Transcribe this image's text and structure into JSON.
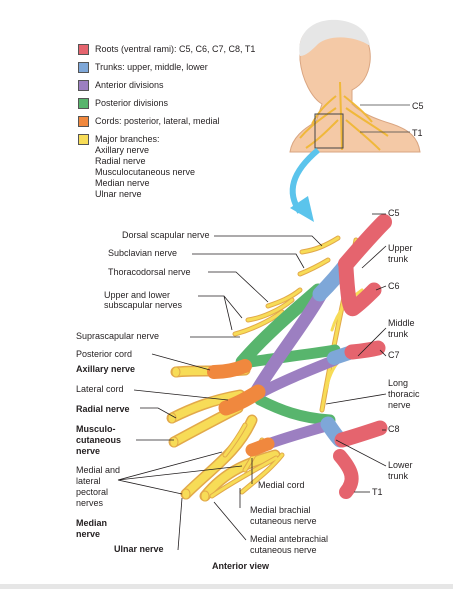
{
  "legend": [
    {
      "color": "#e5646e",
      "text": "Roots (ventral rami): C5, C6, C7, C8, T1"
    },
    {
      "color": "#7ea7d8",
      "text": "Trunks: upper, middle, lower"
    },
    {
      "color": "#9c7fc1",
      "text": "Anterior divisions"
    },
    {
      "color": "#58b56d",
      "text": "Posterior divisions"
    },
    {
      "color": "#f0883e",
      "text": "Cords: posterior, lateral, medial"
    },
    {
      "color": "#f7dc57",
      "text": "Major branches:"
    }
  ],
  "major_branches": [
    "Axillary nerve",
    "Radial nerve",
    "Musculocutaneous nerve",
    "Median nerve",
    "Ulnar nerve"
  ],
  "inset": {
    "c5": "C5",
    "t1": "T1"
  },
  "left_labels": {
    "dorsal_scapular": "Dorsal scapular nerve",
    "subclavian": "Subclavian nerve",
    "thoracodorsal": "Thoracodorsal nerve",
    "subscapular_1": "Upper and lower",
    "subscapular_2": "subscapular nerves",
    "suprascapular": "Suprascapular nerve",
    "posterior_cord": "Posterior cord",
    "axillary": "Axillary nerve",
    "lateral_cord": "Lateral cord",
    "radial": "Radial nerve",
    "musculo_1": "Musculo-",
    "musculo_2": "cutaneous",
    "musculo_3": "nerve",
    "pectoral_1": "Medial and",
    "pectoral_2": "lateral",
    "pectoral_3": "pectoral",
    "pectoral_4": "nerves",
    "median_1": "Median",
    "median_2": "nerve",
    "ulnar": "Ulnar nerve"
  },
  "right_labels": {
    "c5": "C5",
    "upper_trunk_1": "Upper",
    "upper_trunk_2": "trunk",
    "c6": "C6",
    "middle_trunk_1": "Middle",
    "middle_trunk_2": "trunk",
    "c7": "C7",
    "long_thoracic_1": "Long",
    "long_thoracic_2": "thoracic",
    "long_thoracic_3": "nerve",
    "c8": "C8",
    "lower_trunk_1": "Lower",
    "lower_trunk_2": "trunk",
    "t1": "T1"
  },
  "bottom_labels": {
    "medial_cord": "Medial cord",
    "medial_brachial_1": "Medial brachial",
    "medial_brachial_2": "cutaneous nerve",
    "medial_antebrachial_1": "Medial antebrachial",
    "medial_antebrachial_2": "cutaneous nerve"
  },
  "caption": "Anterior view",
  "colors": {
    "root": "#e5646e",
    "trunk": "#7ea7d8",
    "anterior": "#9c7fc1",
    "posterior": "#58b56d",
    "cord": "#f0883e",
    "branch": "#f7dc57",
    "branch_edge": "#e2a94a",
    "skin": "#f4c9a6",
    "arrow": "#5bc4ec"
  }
}
